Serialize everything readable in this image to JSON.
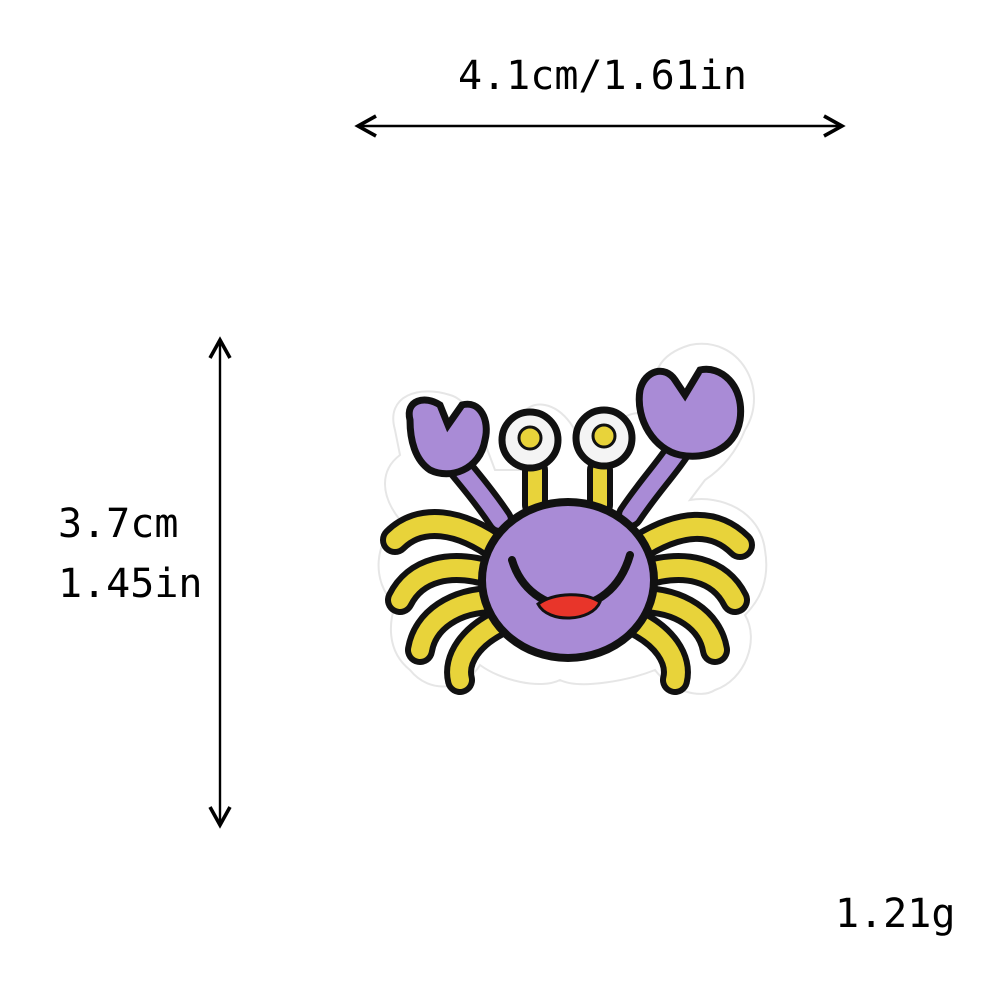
{
  "dimensions": {
    "width_label": "4.1cm/1.61in",
    "height_label_cm": "3.7cm",
    "height_label_in": "1.45in",
    "weight_label": "1.21g"
  },
  "colors": {
    "patch_purple": "#A98BD6",
    "patch_purple_dark": "#8E6BC4",
    "patch_yellow": "#E8D33A",
    "patch_outline": "#111111",
    "patch_border": "#FFFFFF",
    "mouth_red": "#E8352A",
    "eye_white": "#F4F4F4"
  },
  "icons": {
    "width_arrow": "double-arrow-horizontal-icon",
    "height_arrow": "double-arrow-vertical-icon",
    "product": "crab-patch-icon"
  }
}
